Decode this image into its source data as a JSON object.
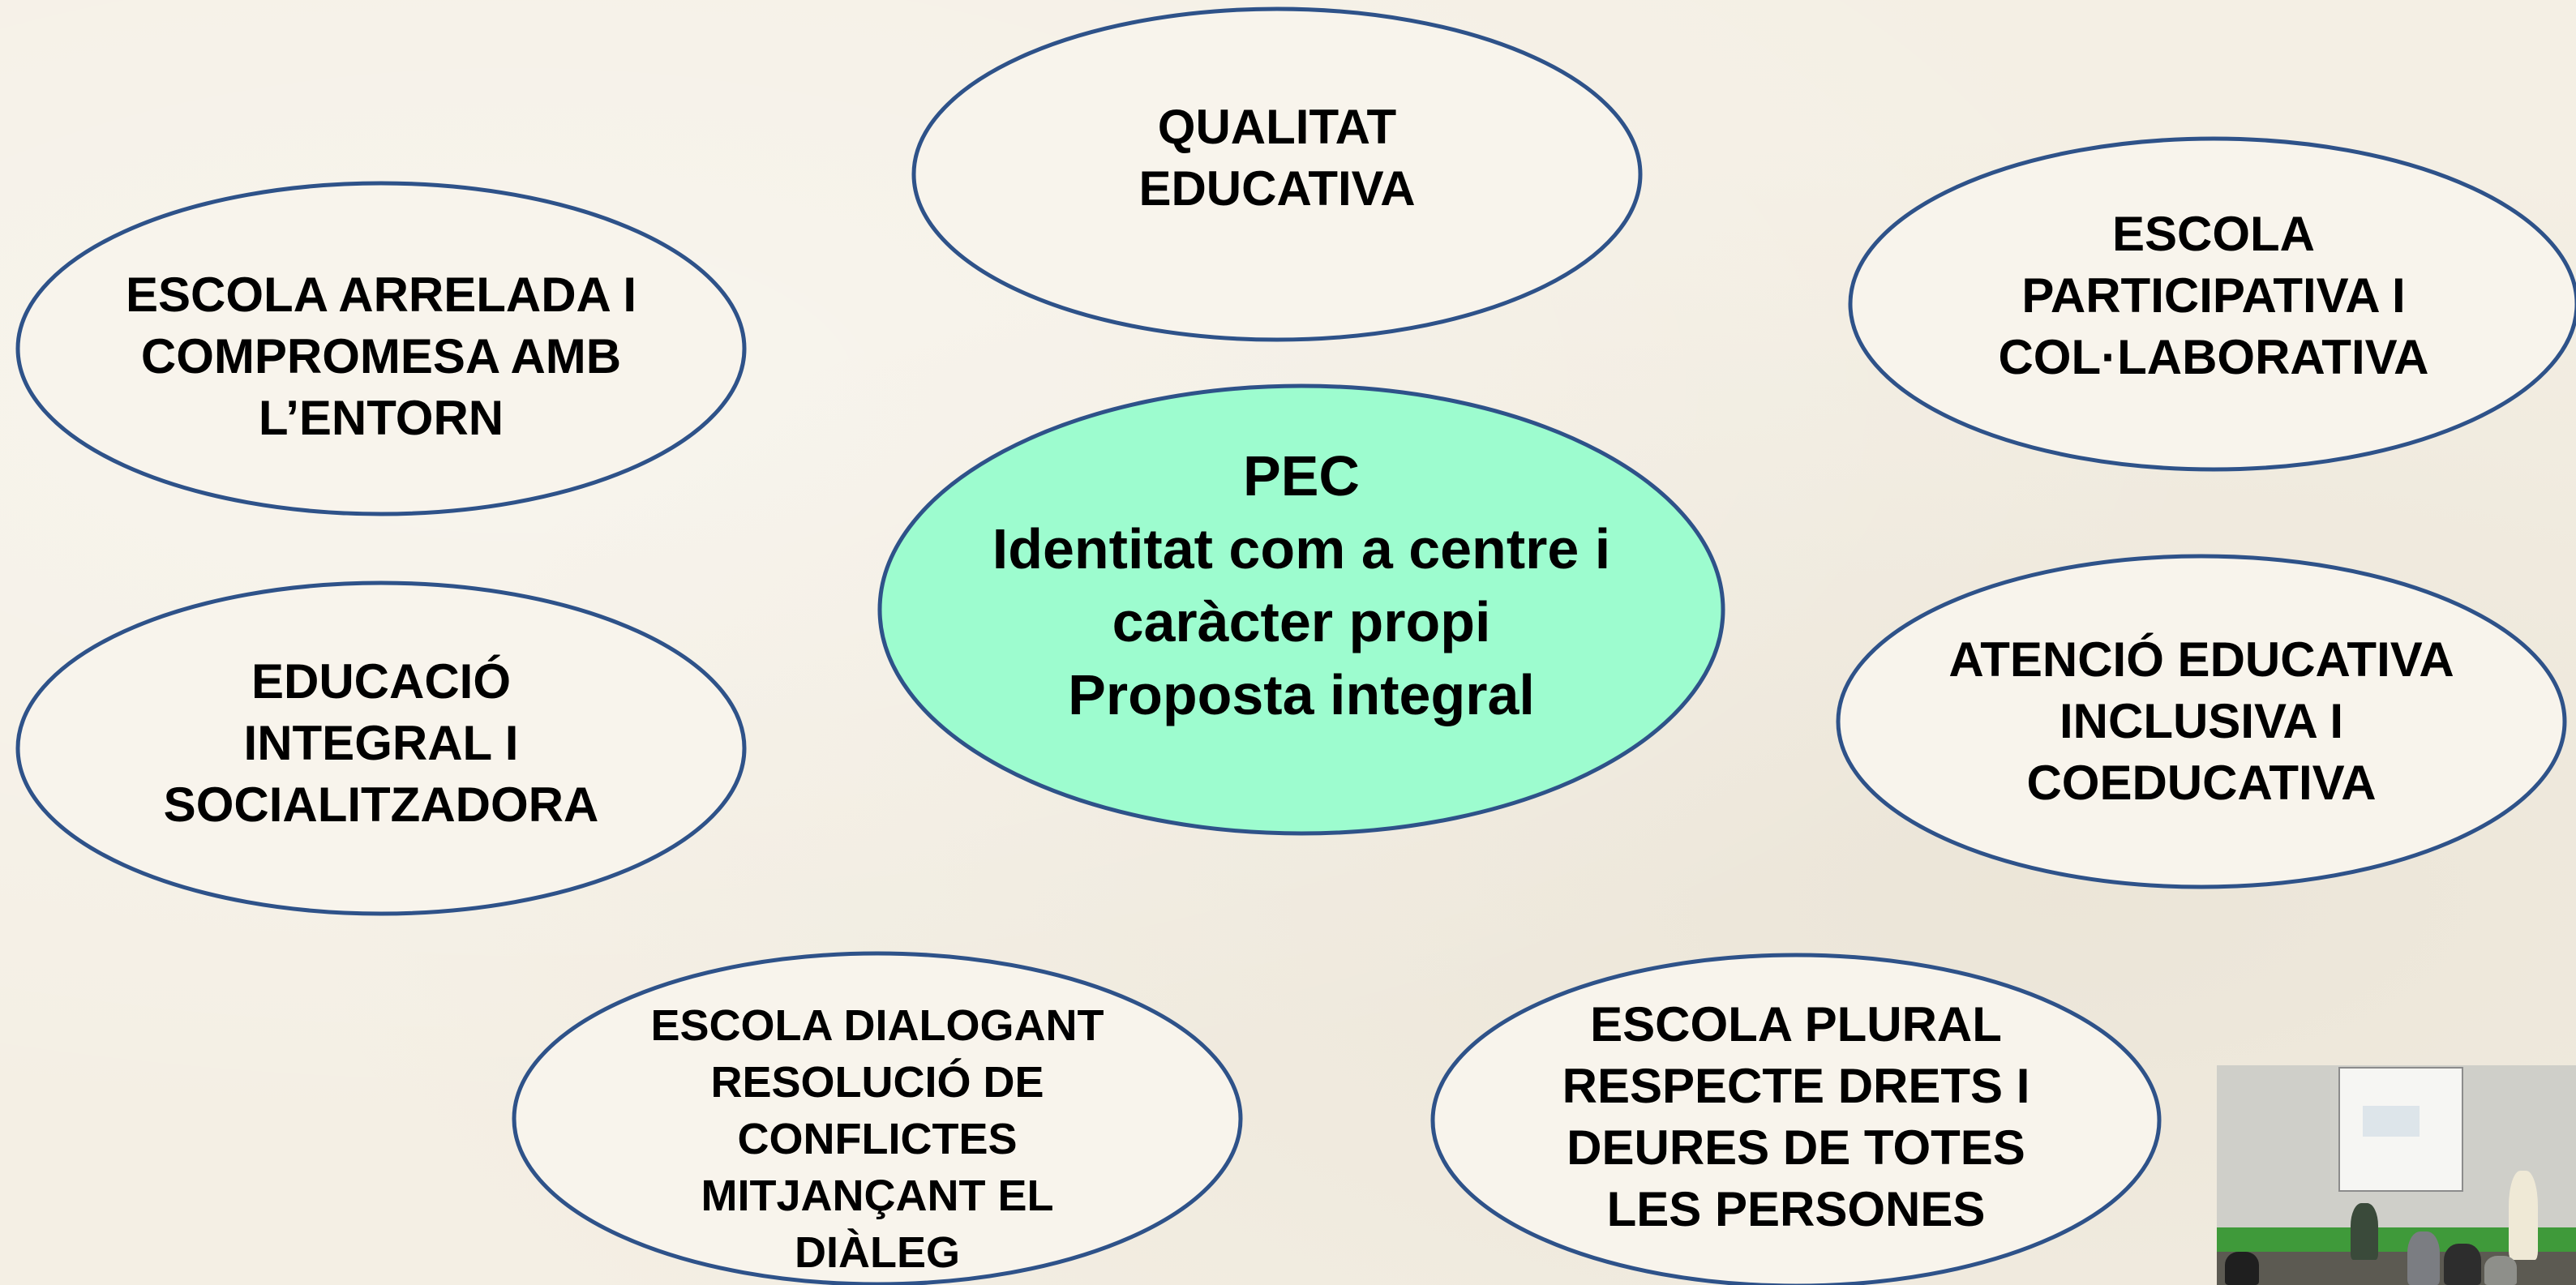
{
  "center": {
    "lines": [
      "PEC",
      "Identitat com a centre i",
      "caràcter propi",
      "Proposta integral"
    ],
    "fill": "#9dfccf"
  },
  "nodes": {
    "qualitat": {
      "text": "QUALITAT\nEDUCATIVA"
    },
    "arrelada": {
      "text": "ESCOLA ARRELADA I\nCOMPROMESA  AMB\nL’ENTORN"
    },
    "participativa": {
      "text": "ESCOLA\nPARTICIPATIVA I\nCOL·LABORATIVA"
    },
    "educacio": {
      "text": "EDUCACIÓ\nINTEGRAL I\nSOCIALITZADORA"
    },
    "atencio": {
      "text": "ATENCIÓ EDUCATIVA\nINCLUSIVA I\nCOEDUCATIVA"
    },
    "dialogant": {
      "text": "ESCOLA DIALOGANT\nRESOLUCIÓ DE\nCONFLICTES\nMITJANÇANT EL\nDIÀLEG"
    },
    "plural": {
      "text": "ESCOLA PLURAL\nRESPECTE DRETS I\nDEURES DE TOTES\nLES PERSONES"
    }
  },
  "colors": {
    "outline": "#2e5289",
    "outer_fill": "#f8f4ec",
    "background": "#f4efe4"
  }
}
